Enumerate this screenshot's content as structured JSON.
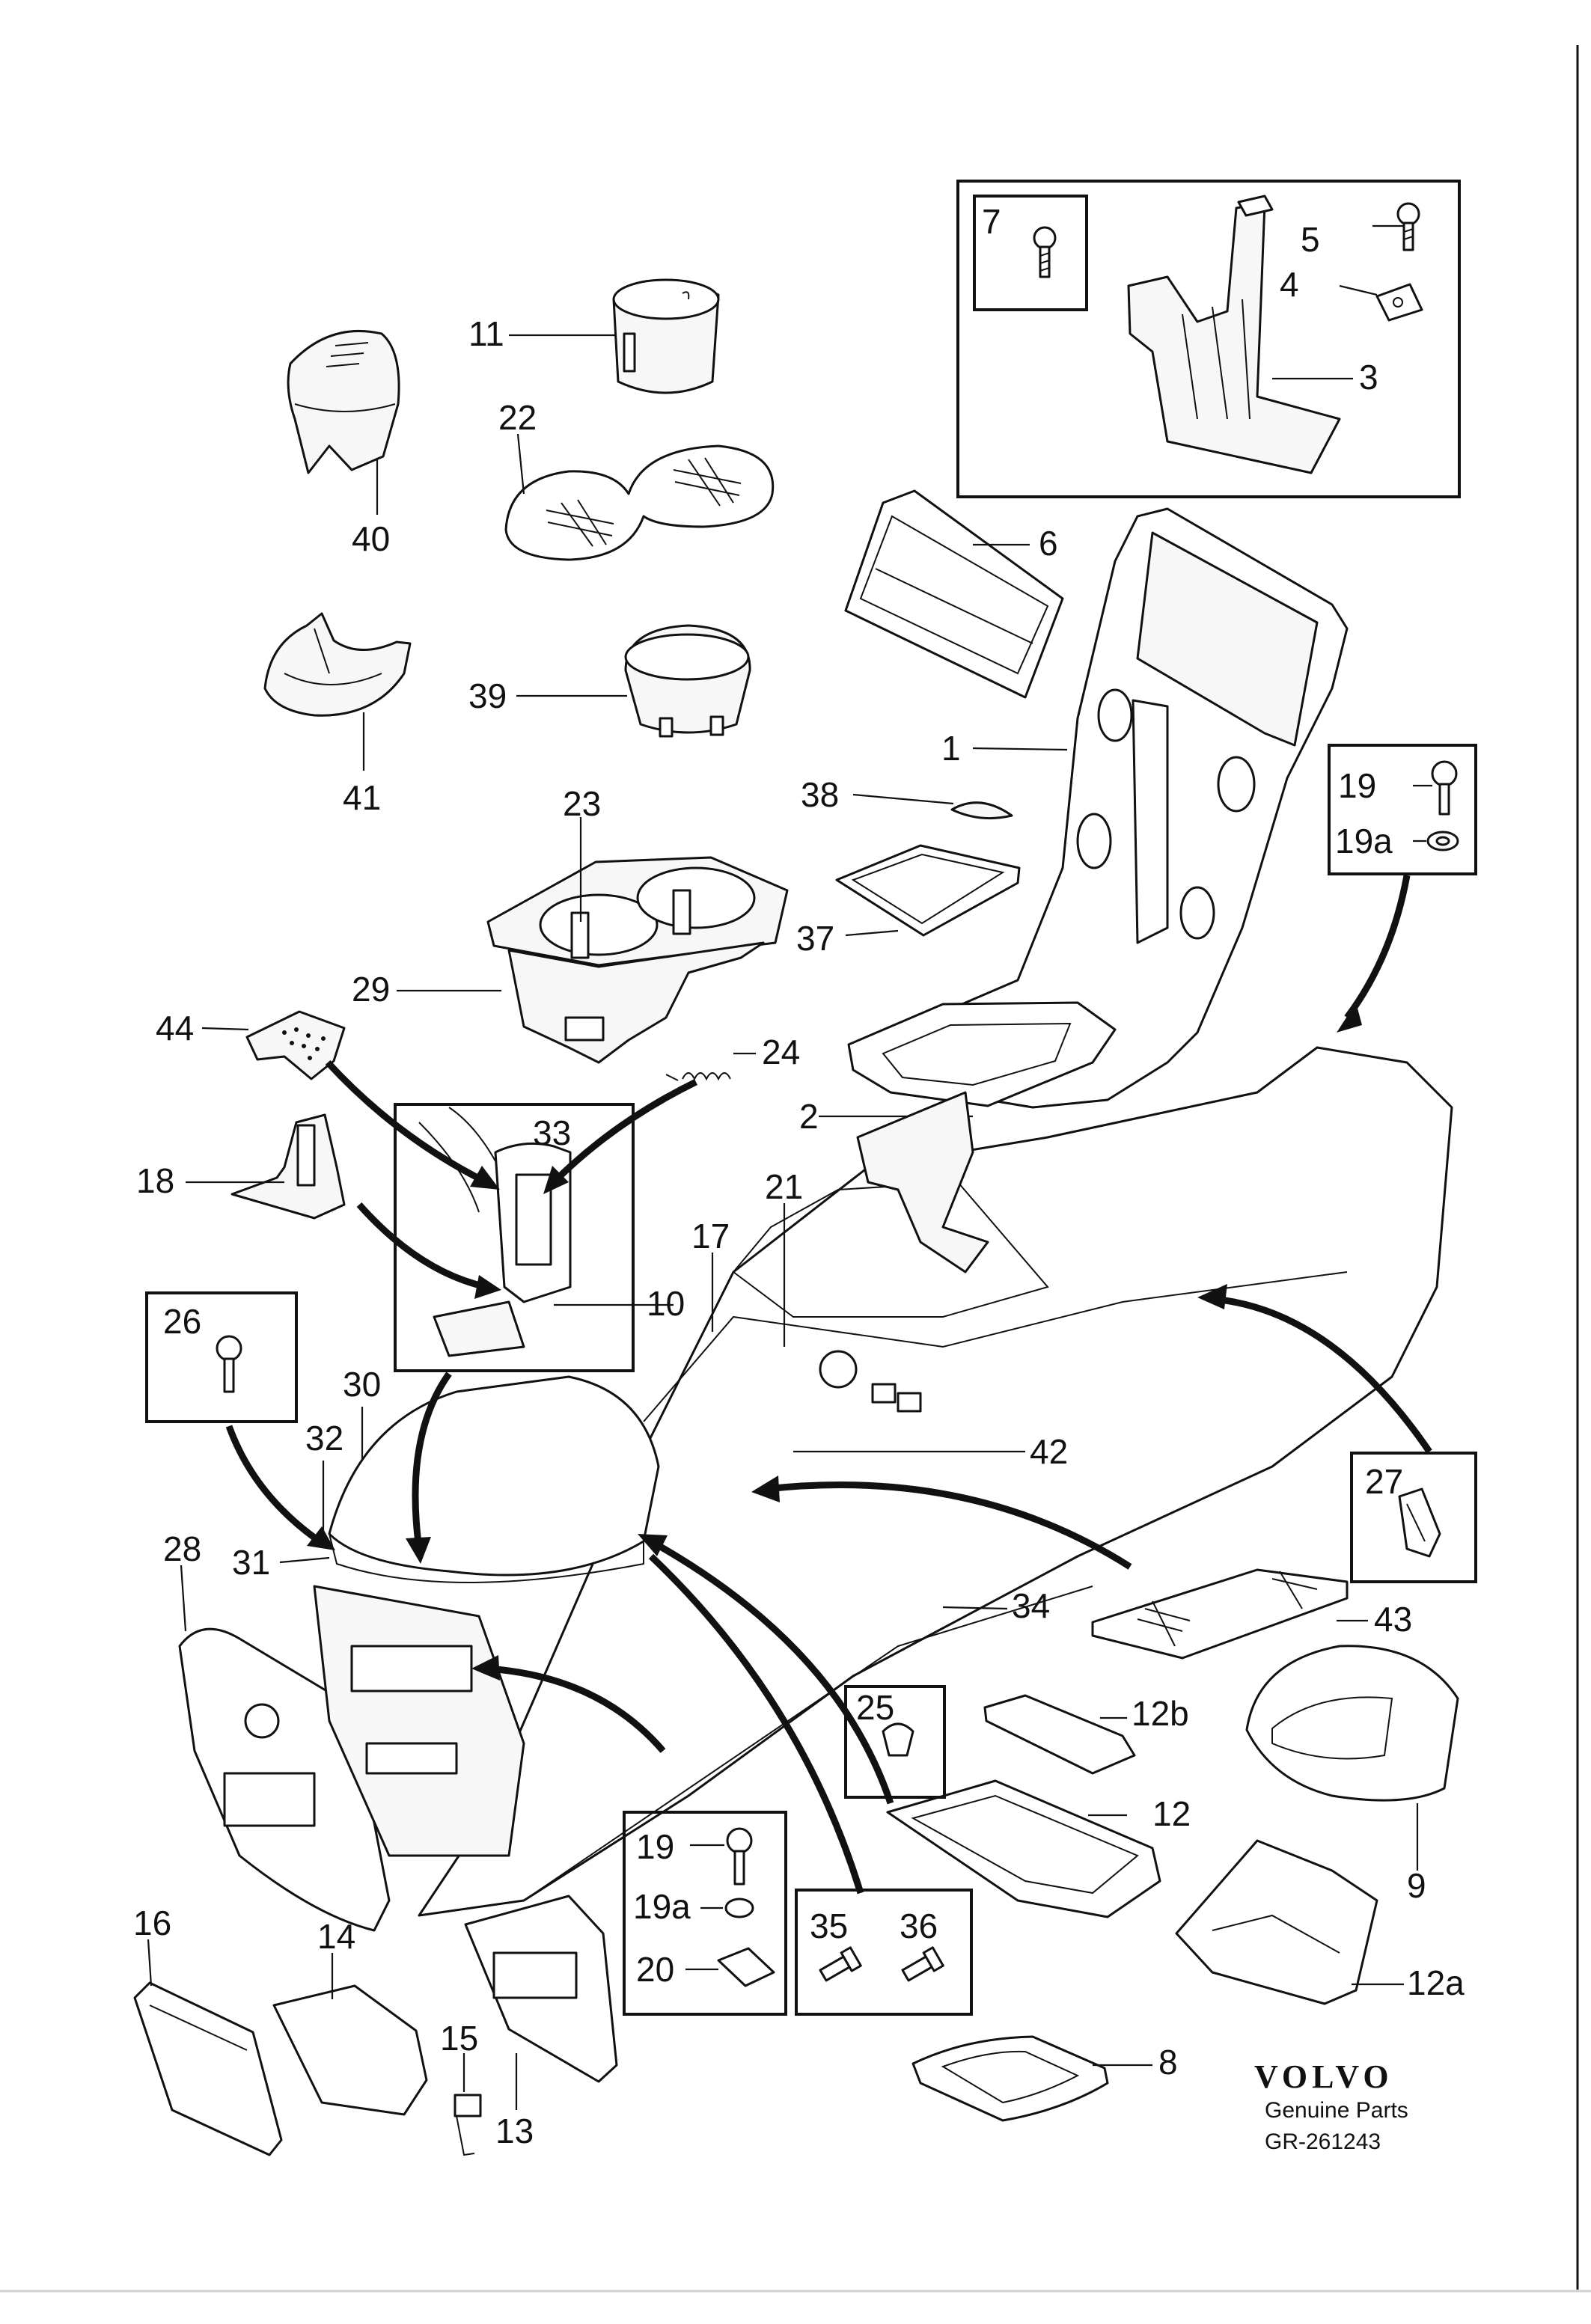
{
  "brand": "VOLVO",
  "subtitle": "Genuine Parts",
  "reference": "GR-261243",
  "labels": {
    "l1": "1",
    "l2": "2",
    "l3": "3",
    "l4": "4",
    "l5": "5",
    "l6": "6",
    "l7": "7",
    "l8": "8",
    "l9": "9",
    "l10": "10",
    "l11": "11",
    "l12": "12",
    "l12a": "12a",
    "l12b": "12b",
    "l13": "13",
    "l14": "14",
    "l15": "15",
    "l16": "16",
    "l17": "17",
    "l18": "18",
    "l19_top": "19",
    "l19a_top": "19a",
    "l19_bot": "19",
    "l19a_bot": "19a",
    "l20": "20",
    "l21": "21",
    "l22": "22",
    "l23": "23",
    "l24": "24",
    "l25": "25",
    "l26": "26",
    "l27": "27",
    "l28": "28",
    "l29": "29",
    "l30": "30",
    "l31": "31",
    "l32": "32",
    "l33": "33",
    "l34": "34",
    "l35": "35",
    "l36": "36",
    "l37": "37",
    "l38": "38",
    "l39": "39",
    "l40": "40",
    "l41": "41",
    "l42": "42",
    "l43": "43",
    "l44": "44"
  }
}
